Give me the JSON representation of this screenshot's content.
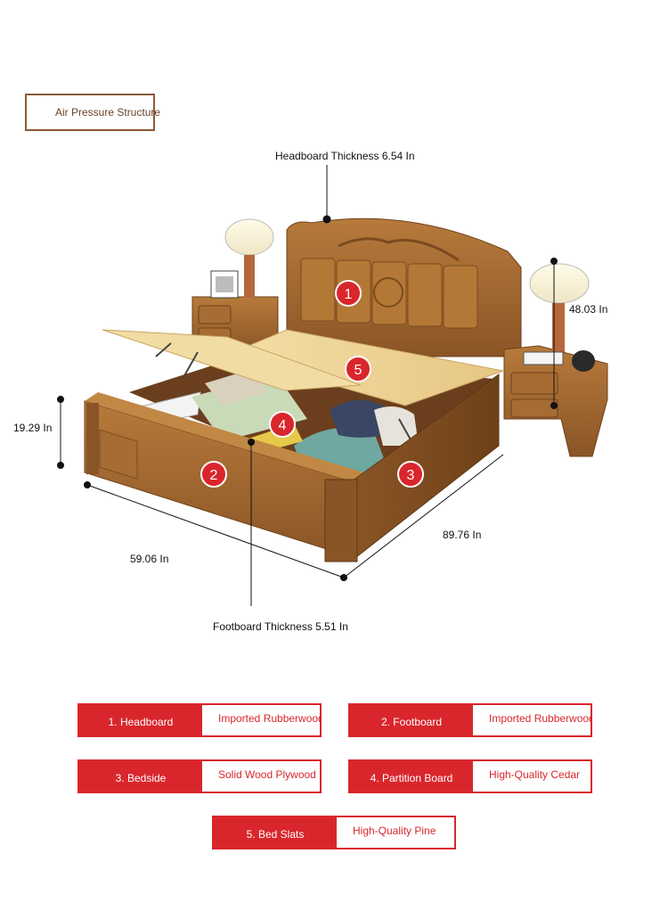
{
  "tag": {
    "label": "Air Pressure Structure"
  },
  "dimensions": {
    "headboard_thickness": "Headboard Thickness 6.54 In",
    "footboard_thickness": "Footboard Thickness 5.51 In",
    "nightstand_height": "48.03 In",
    "bed_height": "19.29 In",
    "width": "59.06 In",
    "length": "89.76 In"
  },
  "markers": [
    "1",
    "2",
    "3",
    "4",
    "5"
  ],
  "specs": [
    {
      "key": "1. Headboard",
      "value": "Imported Rubberwood"
    },
    {
      "key": "2. Footboard",
      "value": "Imported Rubberwood"
    },
    {
      "key": "3. Bedside",
      "value": "Solid Wood Plywood"
    },
    {
      "key": "4. Partition Board",
      "value": "High-Quality Cedar"
    },
    {
      "key": "5. Bed Slats",
      "value": "High-Quality Pine"
    }
  ],
  "colors": {
    "accent": "#d9262c",
    "wood": "#a0692f",
    "tag_border": "#8b5a36"
  }
}
